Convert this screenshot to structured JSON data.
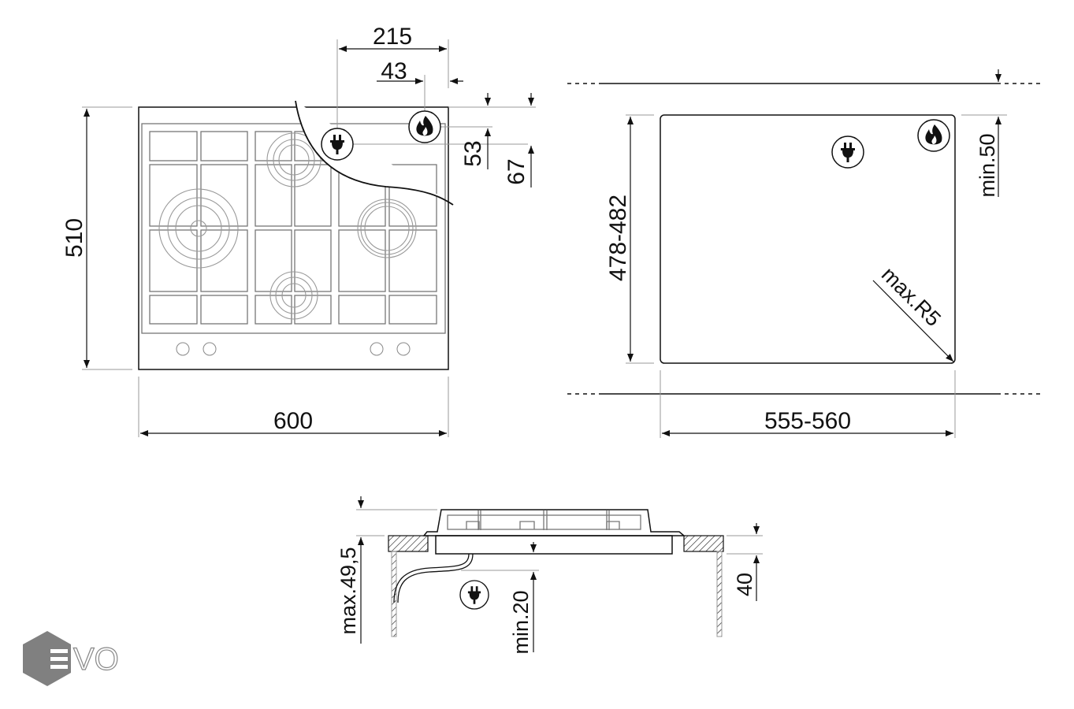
{
  "top_view": {
    "width_label": "600",
    "depth_label": "510",
    "offset_215_label": "215",
    "offset_43_label": "43",
    "offset_53_label": "53",
    "offset_67_label": "67"
  },
  "cutout_view": {
    "depth_label": "478-482",
    "width_label": "555-560",
    "min_wall_label": "min.50",
    "radius_label": "max.R5"
  },
  "side_view": {
    "height_label": "max.49,5",
    "min_clearance_label": "min.20",
    "countertop_label": "40"
  },
  "logo": {
    "text": "EVO"
  },
  "icons": [
    "plug-icon",
    "flame-icon"
  ]
}
